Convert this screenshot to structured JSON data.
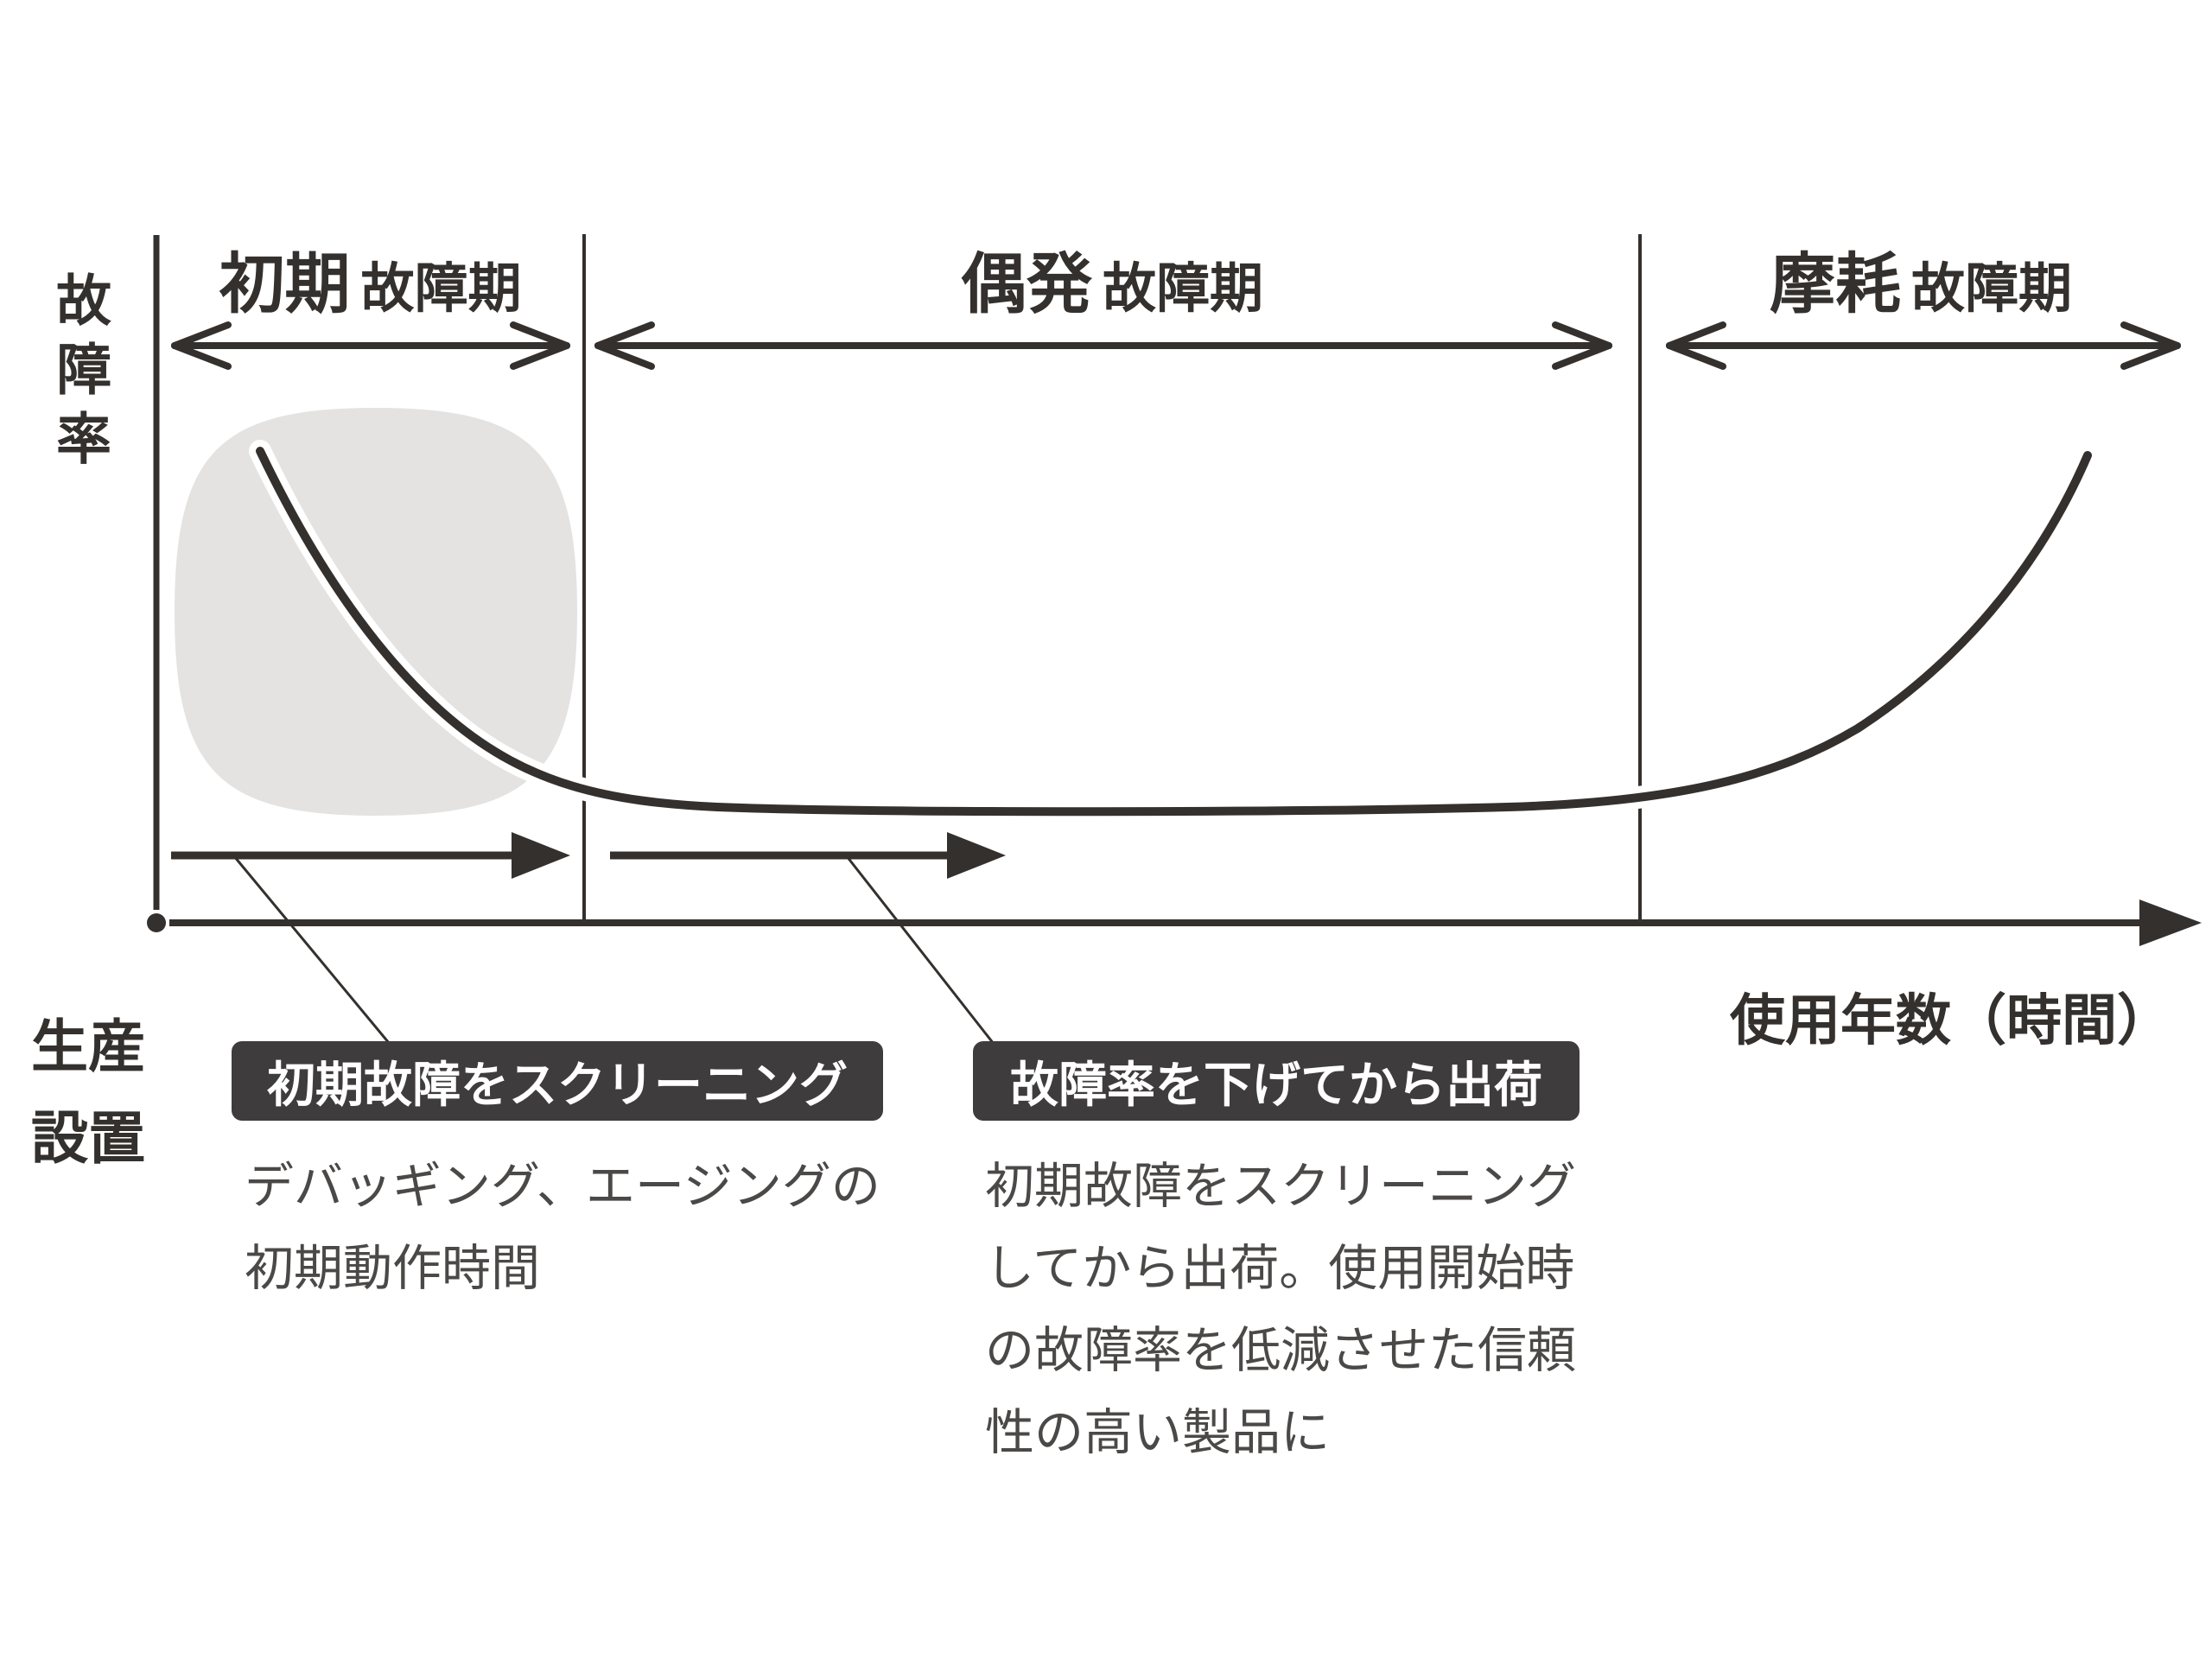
{
  "colors": {
    "ink": "#34302d",
    "badge_background": "#3e3c3c",
    "badge_text": "#ffffff",
    "highlight_blob": "#e4e3e2",
    "note_text": "#4b4947"
  },
  "axes": {
    "y_label": "故障率",
    "x_label": "使用年数（時間）",
    "origin_line1": "生産",
    "origin_line2": "設置"
  },
  "periods": [
    {
      "emphasis": "初期",
      "suffix": "故障期"
    },
    {
      "emphasis": "偶発",
      "suffix": "故障期"
    },
    {
      "emphasis": "摩耗",
      "suffix": "故障期"
    }
  ],
  "callouts": [
    {
      "badge": "初期故障をスクリーニング",
      "lines": [
        "デバッギング、エージングの",
        "初期動作時間"
      ]
    },
    {
      "badge": "故障率を下げてから出荷",
      "lines": [
        "初期故障をスクリーニング",
        "してから出荷。使用開始時",
        "の故障率を低減させた信頼",
        "性の高い製品に"
      ]
    }
  ]
}
